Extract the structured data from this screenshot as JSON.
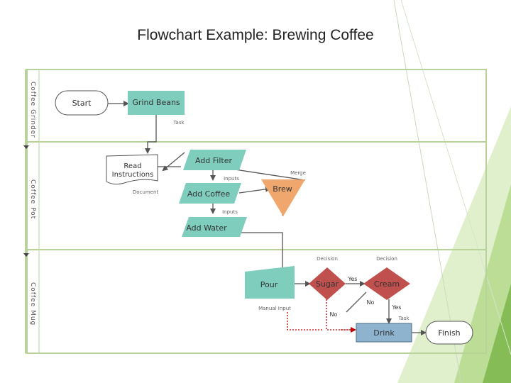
{
  "title": "Flowchart Example: Brewing Coffee",
  "lanes": {
    "grinder": "Coffee Grinder",
    "pot": "Coffee Pot",
    "mug": "Coffee Mug"
  },
  "nodes": {
    "start": "Start",
    "grind_beans": "Grind Beans",
    "read_instructions_1": "Read",
    "read_instructions_2": "Instructions",
    "add_filter": "Add Filter",
    "add_coffee": "Add Coffee",
    "brew": "Brew",
    "add_water": "Add Water",
    "pour": "Pour",
    "sugar": "Sugar",
    "cream": "Cream",
    "drink": "Drink",
    "finish": "Finish"
  },
  "annotations": {
    "task_grind": "Task",
    "document": "Document",
    "inputs_filter": "Inputs",
    "merge": "Merge",
    "inputs_coffee": "Inputs",
    "decision_sugar": "Decision",
    "decision_cream": "Decision",
    "manual_input": "Manual Input",
    "task_drink": "Task"
  },
  "edge_labels": {
    "sugar_yes": "Yes",
    "sugar_no": "No",
    "cream_no": "No",
    "cream_yes": "Yes"
  },
  "colors": {
    "lane_border": "#b7d39a",
    "teal": "#7ecdbd",
    "orange": "#f0a76e",
    "red": "#c0504d",
    "drink_blue": "#8db3cf",
    "start_fill": "#ffffff",
    "no_path": "#c00000",
    "connector": "#555555",
    "decor_green": "#c9e4a3"
  }
}
